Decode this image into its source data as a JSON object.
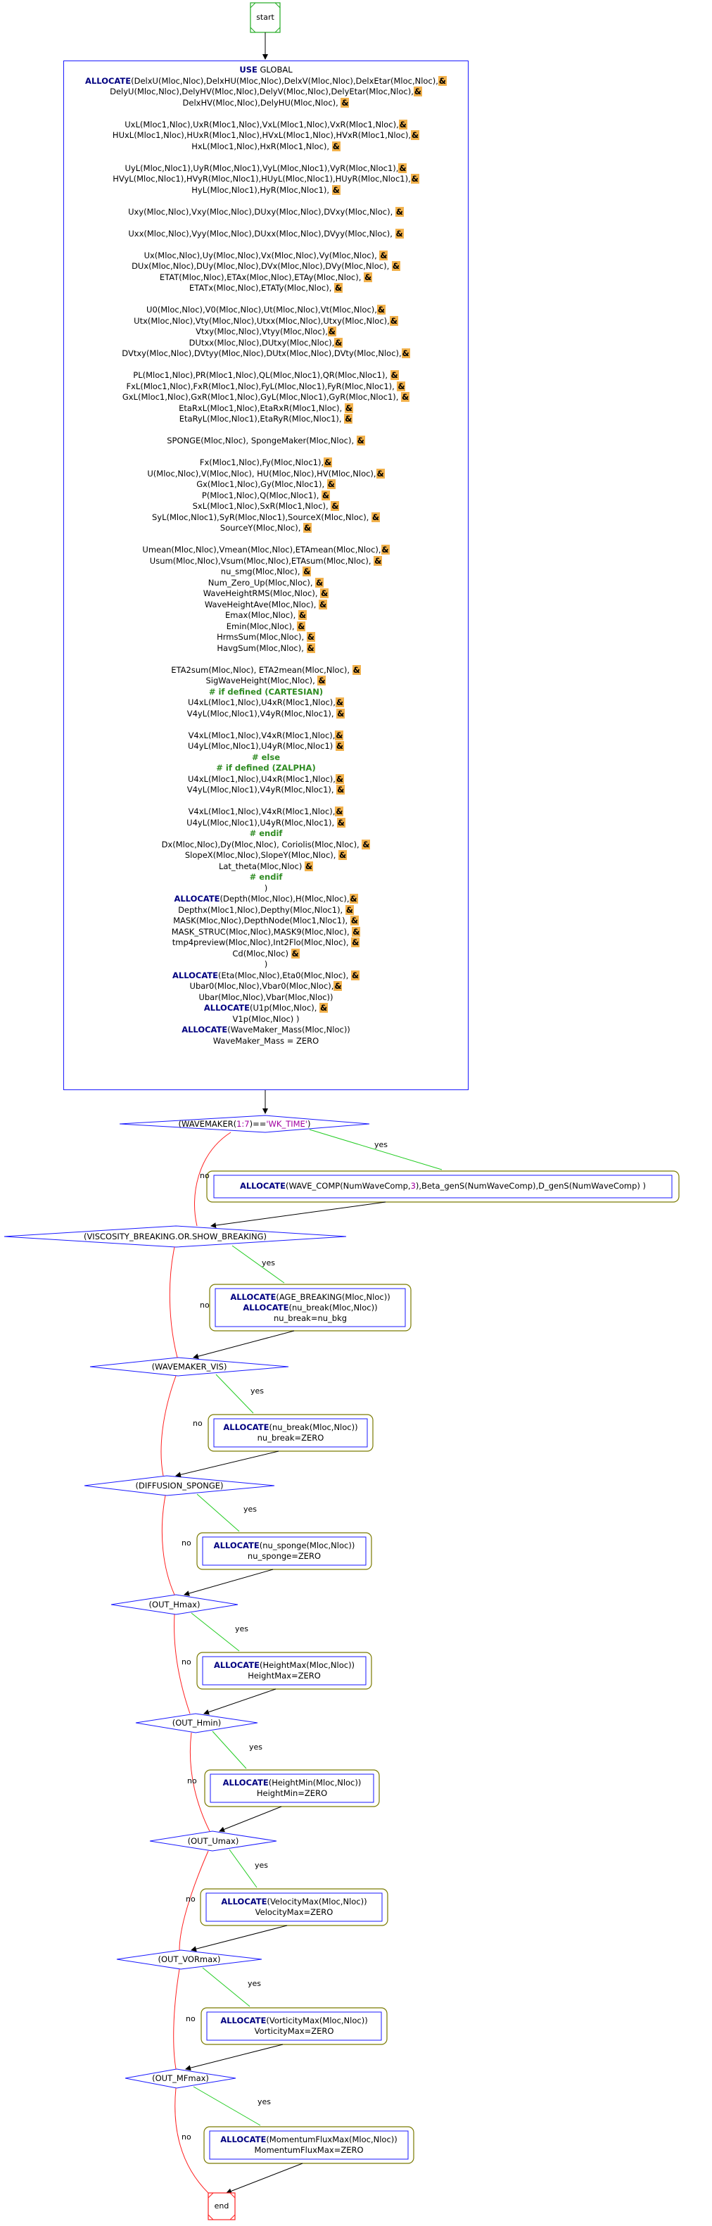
{
  "terminals": {
    "start": "start",
    "end": "end"
  },
  "main_block": {
    "lines": [
      [
        [
          "kw",
          "USE"
        ],
        [
          "t",
          " GLOBAL"
        ]
      ],
      [
        [
          "kw",
          "ALLOCATE"
        ],
        [
          "t",
          "(DelxU(Mloc,Nloc),DelxHU(Mloc,Nloc),DelxV(Mloc,Nloc),DelxEtar(Mloc,Nloc),"
        ],
        [
          "amp",
          "&"
        ]
      ],
      [
        [
          "t",
          "DelyU(Mloc,Nloc),DelyHV(Mloc,Nloc),DelyV(Mloc,Nloc),DelyEtar(Mloc,Nloc),"
        ],
        [
          "amp",
          "&"
        ]
      ],
      [
        [
          "t",
          "DelxHV(Mloc,Nloc),DelyHU(Mloc,Nloc), "
        ],
        [
          "amp",
          "&"
        ]
      ],
      [],
      [
        [
          "t",
          "UxL(Mloc1,Nloc),UxR(Mloc1,Nloc),VxL(Mloc1,Nloc),VxR(Mloc1,Nloc),"
        ],
        [
          "amp",
          "&"
        ]
      ],
      [
        [
          "t",
          "HUxL(Mloc1,Nloc),HUxR(Mloc1,Nloc),HVxL(Mloc1,Nloc),HVxR(Mloc1,Nloc),"
        ],
        [
          "amp",
          "&"
        ]
      ],
      [
        [
          "t",
          "HxL(Mloc1,Nloc),HxR(Mloc1,Nloc), "
        ],
        [
          "amp",
          "&"
        ]
      ],
      [],
      [
        [
          "t",
          "UyL(Mloc,Nloc1),UyR(Mloc,Nloc1),VyL(Mloc,Nloc1),VyR(Mloc,Nloc1),"
        ],
        [
          "amp",
          "&"
        ]
      ],
      [
        [
          "t",
          "HVyL(Mloc,Nloc1),HVyR(Mloc,Nloc1),HUyL(Mloc,Nloc1),HUyR(Mloc,Nloc1),"
        ],
        [
          "amp",
          "&"
        ]
      ],
      [
        [
          "t",
          "HyL(Mloc,Nloc1),HyR(Mloc,Nloc1), "
        ],
        [
          "amp",
          "&"
        ]
      ],
      [],
      [
        [
          "t",
          "Uxy(Mloc,Nloc),Vxy(Mloc,Nloc),DUxy(Mloc,Nloc),DVxy(Mloc,Nloc), "
        ],
        [
          "amp",
          "&"
        ]
      ],
      [],
      [
        [
          "t",
          "Uxx(Mloc,Nloc),Vyy(Mloc,Nloc),DUxx(Mloc,Nloc),DVyy(Mloc,Nloc), "
        ],
        [
          "amp",
          "&"
        ]
      ],
      [],
      [
        [
          "t",
          "Ux(Mloc,Nloc),Uy(Mloc,Nloc),Vx(Mloc,Nloc),Vy(Mloc,Nloc), "
        ],
        [
          "amp",
          "&"
        ]
      ],
      [
        [
          "t",
          "DUx(Mloc,Nloc),DUy(Mloc,Nloc),DVx(Mloc,Nloc),DVy(Mloc,Nloc), "
        ],
        [
          "amp",
          "&"
        ]
      ],
      [
        [
          "t",
          "ETAT(Mloc,Nloc),ETAx(Mloc,Nloc),ETAy(Mloc,Nloc), "
        ],
        [
          "amp",
          "&"
        ]
      ],
      [
        [
          "t",
          "ETATx(Mloc,Nloc),ETATy(Mloc,Nloc), "
        ],
        [
          "amp",
          "&"
        ]
      ],
      [],
      [
        [
          "t",
          "U0(Mloc,Nloc),V0(Mloc,Nloc),Ut(Mloc,Nloc),Vt(Mloc,Nloc),"
        ],
        [
          "amp",
          "&"
        ]
      ],
      [
        [
          "t",
          "Utx(Mloc,Nloc),Vty(Mloc,Nloc),Utxx(Mloc,Nloc),Utxy(Mloc,Nloc),"
        ],
        [
          "amp",
          "&"
        ]
      ],
      [
        [
          "t",
          "Vtxy(Mloc,Nloc),Vtyy(Mloc,Nloc),"
        ],
        [
          "amp",
          "&"
        ]
      ],
      [
        [
          "t",
          "DUtxx(Mloc,Nloc),DUtxy(Mloc,Nloc),"
        ],
        [
          "amp",
          "&"
        ]
      ],
      [
        [
          "t",
          "DVtxy(Mloc,Nloc),DVtyy(Mloc,Nloc),DUtx(Mloc,Nloc),DVty(Mloc,Nloc),"
        ],
        [
          "amp",
          "&"
        ]
      ],
      [],
      [
        [
          "t",
          "PL(Mloc1,Nloc),PR(Mloc1,Nloc),QL(Mloc,Nloc1),QR(Mloc,Nloc1), "
        ],
        [
          "amp",
          "&"
        ]
      ],
      [
        [
          "t",
          "FxL(Mloc1,Nloc),FxR(Mloc1,Nloc),FyL(Mloc,Nloc1),FyR(Mloc,Nloc1), "
        ],
        [
          "amp",
          "&"
        ]
      ],
      [
        [
          "t",
          "GxL(Mloc1,Nloc),GxR(Mloc1,Nloc),GyL(Mloc,Nloc1),GyR(Mloc,Nloc1), "
        ],
        [
          "amp",
          "&"
        ]
      ],
      [
        [
          "t",
          "EtaRxL(Mloc1,Nloc),EtaRxR(Mloc1,Nloc), "
        ],
        [
          "amp",
          "&"
        ]
      ],
      [
        [
          "t",
          "EtaRyL(Mloc,Nloc1),EtaRyR(Mloc,Nloc1), "
        ],
        [
          "amp",
          "&"
        ]
      ],
      [],
      [
        [
          "t",
          "SPONGE(Mloc,Nloc), SpongeMaker(Mloc,Nloc), "
        ],
        [
          "amp",
          "&"
        ]
      ],
      [],
      [
        [
          "t",
          "Fx(Mloc1,Nloc),Fy(Mloc,Nloc1),"
        ],
        [
          "amp",
          "&"
        ]
      ],
      [
        [
          "t",
          "U(Mloc,Nloc),V(Mloc,Nloc), HU(Mloc,Nloc),HV(Mloc,Nloc),"
        ],
        [
          "amp",
          "&"
        ]
      ],
      [
        [
          "t",
          "Gx(Mloc1,Nloc),Gy(Mloc,Nloc1), "
        ],
        [
          "amp",
          "&"
        ]
      ],
      [
        [
          "t",
          "P(Mloc1,Nloc),Q(Mloc,Nloc1), "
        ],
        [
          "amp",
          "&"
        ]
      ],
      [
        [
          "t",
          "SxL(Mloc1,Nloc),SxR(Mloc1,Nloc), "
        ],
        [
          "amp",
          "&"
        ]
      ],
      [
        [
          "t",
          "SyL(Mloc,Nloc1),SyR(Mloc,Nloc1),SourceX(Mloc,Nloc), "
        ],
        [
          "amp",
          "&"
        ]
      ],
      [
        [
          "t",
          "SourceY(Mloc,Nloc), "
        ],
        [
          "amp",
          "&"
        ]
      ],
      [],
      [
        [
          "t",
          "Umean(Mloc,Nloc),Vmean(Mloc,Nloc),ETAmean(Mloc,Nloc),"
        ],
        [
          "amp",
          "&"
        ]
      ],
      [
        [
          "t",
          "Usum(Mloc,Nloc),Vsum(Mloc,Nloc),ETAsum(Mloc,Nloc), "
        ],
        [
          "amp",
          "&"
        ]
      ],
      [
        [
          "t",
          "nu_smg(Mloc,Nloc), "
        ],
        [
          "amp",
          "&"
        ]
      ],
      [
        [
          "t",
          "Num_Zero_Up(Mloc,Nloc), "
        ],
        [
          "amp",
          "&"
        ]
      ],
      [
        [
          "t",
          "WaveHeightRMS(Mloc,Nloc), "
        ],
        [
          "amp",
          "&"
        ]
      ],
      [
        [
          "t",
          "WaveHeightAve(Mloc,Nloc), "
        ],
        [
          "amp",
          "&"
        ]
      ],
      [
        [
          "t",
          "Emax(Mloc,Nloc), "
        ],
        [
          "amp",
          "&"
        ]
      ],
      [
        [
          "t",
          "Emin(Mloc,Nloc), "
        ],
        [
          "amp",
          "&"
        ]
      ],
      [
        [
          "t",
          "HrmsSum(Mloc,Nloc), "
        ],
        [
          "amp",
          "&"
        ]
      ],
      [
        [
          "t",
          "HavgSum(Mloc,Nloc), "
        ],
        [
          "amp",
          "&"
        ]
      ],
      [],
      [
        [
          "t",
          "ETA2sum(Mloc,Nloc), ETA2mean(Mloc,Nloc), "
        ],
        [
          "amp",
          "&"
        ]
      ],
      [
        [
          "t",
          "SigWaveHeight(Mloc,Nloc), "
        ],
        [
          "amp",
          "&"
        ]
      ],
      [
        [
          "pp",
          "# if defined (CARTESIAN)"
        ]
      ],
      [
        [
          "t",
          "U4xL(Mloc1,Nloc),U4xR(Mloc1,Nloc),"
        ],
        [
          "amp",
          "&"
        ]
      ],
      [
        [
          "t",
          "V4yL(Mloc,Nloc1),V4yR(Mloc,Nloc1), "
        ],
        [
          "amp",
          "&"
        ]
      ],
      [],
      [
        [
          "t",
          "V4xL(Mloc1,Nloc),V4xR(Mloc1,Nloc),"
        ],
        [
          "amp",
          "&"
        ]
      ],
      [
        [
          "t",
          "U4yL(Mloc,Nloc1),U4yR(Mloc,Nloc1) "
        ],
        [
          "amp",
          "&"
        ]
      ],
      [
        [
          "pp",
          "# else"
        ]
      ],
      [
        [
          "pp",
          "# if defined (ZALPHA)"
        ]
      ],
      [
        [
          "t",
          "U4xL(Mloc1,Nloc),U4xR(Mloc1,Nloc),"
        ],
        [
          "amp",
          "&"
        ]
      ],
      [
        [
          "t",
          "V4yL(Mloc,Nloc1),V4yR(Mloc,Nloc1), "
        ],
        [
          "amp",
          "&"
        ]
      ],
      [],
      [
        [
          "t",
          "V4xL(Mloc1,Nloc),V4xR(Mloc1,Nloc),"
        ],
        [
          "amp",
          "&"
        ]
      ],
      [
        [
          "t",
          "U4yL(Mloc,Nloc1),U4yR(Mloc,Nloc1), "
        ],
        [
          "amp",
          "&"
        ]
      ],
      [
        [
          "pp",
          "# endif"
        ]
      ],
      [
        [
          "t",
          "Dx(Mloc,Nloc),Dy(Mloc,Nloc), Coriolis(Mloc,Nloc), "
        ],
        [
          "amp",
          "&"
        ]
      ],
      [
        [
          "t",
          "SlopeX(Mloc,Nloc),SlopeY(Mloc,Nloc), "
        ],
        [
          "amp",
          "&"
        ]
      ],
      [
        [
          "t",
          "Lat_theta(Mloc,Nloc) "
        ],
        [
          "amp",
          "&"
        ]
      ],
      [
        [
          "pp",
          "# endif"
        ]
      ],
      [
        [
          "t",
          ")"
        ]
      ],
      [
        [
          "kw",
          "ALLOCATE"
        ],
        [
          "t",
          "(Depth(Mloc,Nloc),H(Mloc,Nloc),"
        ],
        [
          "amp",
          "&"
        ]
      ],
      [
        [
          "t",
          "Depthx(Mloc1,Nloc),Depthy(Mloc,Nloc1), "
        ],
        [
          "amp",
          "&"
        ]
      ],
      [
        [
          "t",
          "MASK(Mloc,Nloc),DepthNode(Mloc1,Nloc1), "
        ],
        [
          "amp",
          "&"
        ]
      ],
      [
        [
          "t",
          "MASK_STRUC(Mloc,Nloc),MASK9(Mloc,Nloc), "
        ],
        [
          "amp",
          "&"
        ]
      ],
      [
        [
          "t",
          "tmp4preview(Mloc,Nloc),Int2Flo(Mloc,Nloc), "
        ],
        [
          "amp",
          "&"
        ]
      ],
      [
        [
          "t",
          "Cd(Mloc,Nloc) "
        ],
        [
          "amp",
          "&"
        ]
      ],
      [
        [
          "t",
          ")"
        ]
      ],
      [
        [
          "kw",
          "ALLOCATE"
        ],
        [
          "t",
          "(Eta(Mloc,Nloc),Eta0(Mloc,Nloc), "
        ],
        [
          "amp",
          "&"
        ]
      ],
      [
        [
          "t",
          "Ubar0(Mloc,Nloc),Vbar0(Mloc,Nloc),"
        ],
        [
          "amp",
          "&"
        ]
      ],
      [
        [
          "t",
          "Ubar(Mloc,Nloc),Vbar(Mloc,Nloc))"
        ]
      ],
      [
        [
          "kw",
          "ALLOCATE"
        ],
        [
          "t",
          "(U1p(Mloc,Nloc), "
        ],
        [
          "amp",
          "&"
        ]
      ],
      [
        [
          "t",
          "V1p(Mloc,Nloc) )"
        ]
      ],
      [
        [
          "kw",
          "ALLOCATE"
        ],
        [
          "t",
          "(WaveMaker_Mass(Mloc,Nloc))"
        ]
      ],
      [
        [
          "t",
          "WaveMaker_Mass = ZERO"
        ]
      ]
    ]
  },
  "decisions": [
    {
      "id": "wavemaker-wk-time",
      "segments": [
        [
          "t",
          "(WAVEMAKER("
        ],
        [
          "mag",
          "1:7"
        ],
        [
          "t",
          ")=="
        ],
        [
          "mag",
          "'WK_TIME'"
        ],
        [
          "t",
          ")"
        ]
      ]
    },
    {
      "id": "viscosity-breaking",
      "segments": [
        [
          "t",
          "(VISCOSITY_BREAKING.OR.SHOW_BREAKING)"
        ]
      ]
    },
    {
      "id": "wavemaker-vis",
      "segments": [
        [
          "t",
          "(WAVEMAKER_VIS)"
        ]
      ]
    },
    {
      "id": "diffusion-sponge",
      "segments": [
        [
          "t",
          "(DIFFUSION_SPONGE)"
        ]
      ]
    },
    {
      "id": "out-hmax",
      "segments": [
        [
          "t",
          "(OUT_Hmax)"
        ]
      ]
    },
    {
      "id": "out-hmin",
      "segments": [
        [
          "t",
          "(OUT_Hmin)"
        ]
      ]
    },
    {
      "id": "out-umax",
      "segments": [
        [
          "t",
          "(OUT_Umax)"
        ]
      ]
    },
    {
      "id": "out-vormax",
      "segments": [
        [
          "t",
          "(OUT_VORmax)"
        ]
      ]
    },
    {
      "id": "out-mfmax",
      "segments": [
        [
          "t",
          "(OUT_MFmax)"
        ]
      ]
    }
  ],
  "actions": [
    {
      "id": "wave-comp",
      "lines": [
        [
          [
            "kw",
            "ALLOCATE"
          ],
          [
            "t",
            "(WAVE_COMP(NumWaveComp,"
          ],
          [
            "mag",
            "3"
          ],
          [
            "t",
            "),Beta_genS(NumWaveComp),D_genS(NumWaveComp) )"
          ]
        ]
      ]
    },
    {
      "id": "age-breaking",
      "lines": [
        [
          [
            "kw",
            "ALLOCATE"
          ],
          [
            "t",
            "(AGE_BREAKING(Mloc,Nloc))"
          ]
        ],
        [
          [
            "kw",
            "ALLOCATE"
          ],
          [
            "t",
            "(nu_break(Mloc,Nloc))"
          ]
        ],
        [
          [
            "t",
            "nu_break=nu_bkg"
          ]
        ]
      ]
    },
    {
      "id": "nu-break",
      "lines": [
        [
          [
            "kw",
            "ALLOCATE"
          ],
          [
            "t",
            "(nu_break(Mloc,Nloc))"
          ]
        ],
        [
          [
            "t",
            "nu_break=ZERO"
          ]
        ]
      ]
    },
    {
      "id": "nu-sponge",
      "lines": [
        [
          [
            "kw",
            "ALLOCATE"
          ],
          [
            "t",
            "(nu_sponge(Mloc,Nloc))"
          ]
        ],
        [
          [
            "t",
            "nu_sponge=ZERO"
          ]
        ]
      ]
    },
    {
      "id": "height-max",
      "lines": [
        [
          [
            "kw",
            "ALLOCATE"
          ],
          [
            "t",
            "(HeightMax(Mloc,Nloc))"
          ]
        ],
        [
          [
            "t",
            "HeightMax=ZERO"
          ]
        ]
      ]
    },
    {
      "id": "height-min",
      "lines": [
        [
          [
            "kw",
            "ALLOCATE"
          ],
          [
            "t",
            "(HeightMin(Mloc,Nloc))"
          ]
        ],
        [
          [
            "t",
            "HeightMin=ZERO"
          ]
        ]
      ]
    },
    {
      "id": "velocity-max",
      "lines": [
        [
          [
            "kw",
            "ALLOCATE"
          ],
          [
            "t",
            "(VelocityMax(Mloc,Nloc))"
          ]
        ],
        [
          [
            "t",
            "VelocityMax=ZERO"
          ]
        ]
      ]
    },
    {
      "id": "vorticity-max",
      "lines": [
        [
          [
            "kw",
            "ALLOCATE"
          ],
          [
            "t",
            "(VorticityMax(Mloc,Nloc))"
          ]
        ],
        [
          [
            "t",
            "VorticityMax=ZERO"
          ]
        ]
      ]
    },
    {
      "id": "momentum-flux-max",
      "lines": [
        [
          [
            "kw",
            "ALLOCATE"
          ],
          [
            "t",
            "(MomentumFluxMax(Mloc,Nloc))"
          ]
        ],
        [
          [
            "t",
            "MomentumFluxMax=ZERO"
          ]
        ]
      ]
    }
  ],
  "edge_labels": {
    "yes": "yes",
    "no": "no"
  },
  "colors": {
    "keyword": "#000080",
    "preprocessor": "#2e8b22",
    "continuation_highlight": "#f2b24d",
    "literal": "#a000a0",
    "box_border": "#1a1aff",
    "action_outer": "#7a7a00",
    "yes_edge": "#22cc22",
    "no_edge": "#ff2020",
    "terminal_start": "#22aa22",
    "terminal_end": "#ff2020"
  }
}
